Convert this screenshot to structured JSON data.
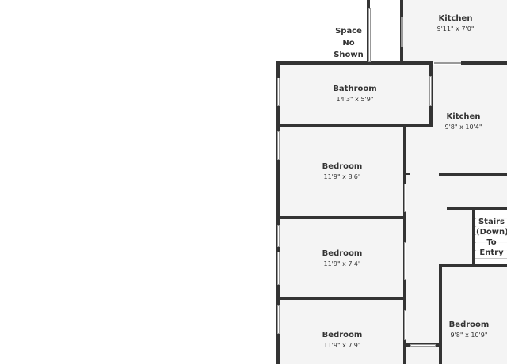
{
  "rooms": {
    "kitchen_top": {
      "name": "Kitchen",
      "dims": "9'11\" x 7'0\""
    },
    "kitchen_main": {
      "name": "Kitchen",
      "dims": "9'8\" x 10'4\""
    },
    "bathroom": {
      "name": "Bathroom",
      "dims": "14'3\" x 5'9\""
    },
    "bedroom_1": {
      "name": "Bedroom",
      "dims": "11'9\" x 8'6\""
    },
    "bedroom_2": {
      "name": "Bedroom",
      "dims": "11'9\" x 7'4\""
    },
    "bedroom_3": {
      "name": "Bedroom",
      "dims": "11'9\" x 7'9\""
    },
    "bedroom_4": {
      "name": "Bedroom",
      "dims": "9'8\" x 10'9\""
    }
  },
  "space_not_shown": {
    "line1": "Space",
    "line2": "No",
    "line3": "Shown"
  },
  "stairs": {
    "line1": "Stairs",
    "line2": "(Down)",
    "line3": "To",
    "line4": "Entry"
  }
}
